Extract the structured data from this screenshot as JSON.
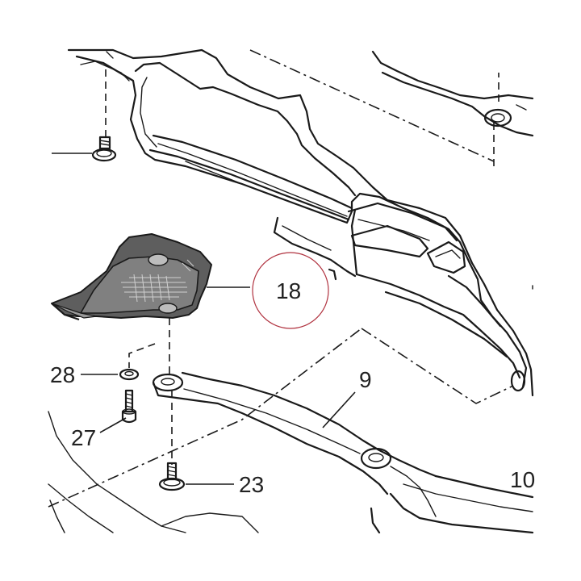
{
  "diagram": {
    "callouts": [
      {
        "id": "callout-18",
        "label": "18",
        "highlighted": true
      },
      {
        "id": "callout-9",
        "label": "9",
        "highlighted": false
      },
      {
        "id": "callout-28",
        "label": "28",
        "highlighted": false
      },
      {
        "id": "callout-27",
        "label": "27",
        "highlighted": false
      },
      {
        "id": "callout-23",
        "label": "23",
        "highlighted": false
      },
      {
        "id": "callout-10",
        "label": "10",
        "highlighted": false
      }
    ],
    "colors": {
      "line": "#1a1a1a",
      "shield_fill": "#6e6e6e",
      "shield_light": "#8a8a8a",
      "panel_fill": "#e4e4e4",
      "highlight_circle": "#b0323f"
    }
  }
}
